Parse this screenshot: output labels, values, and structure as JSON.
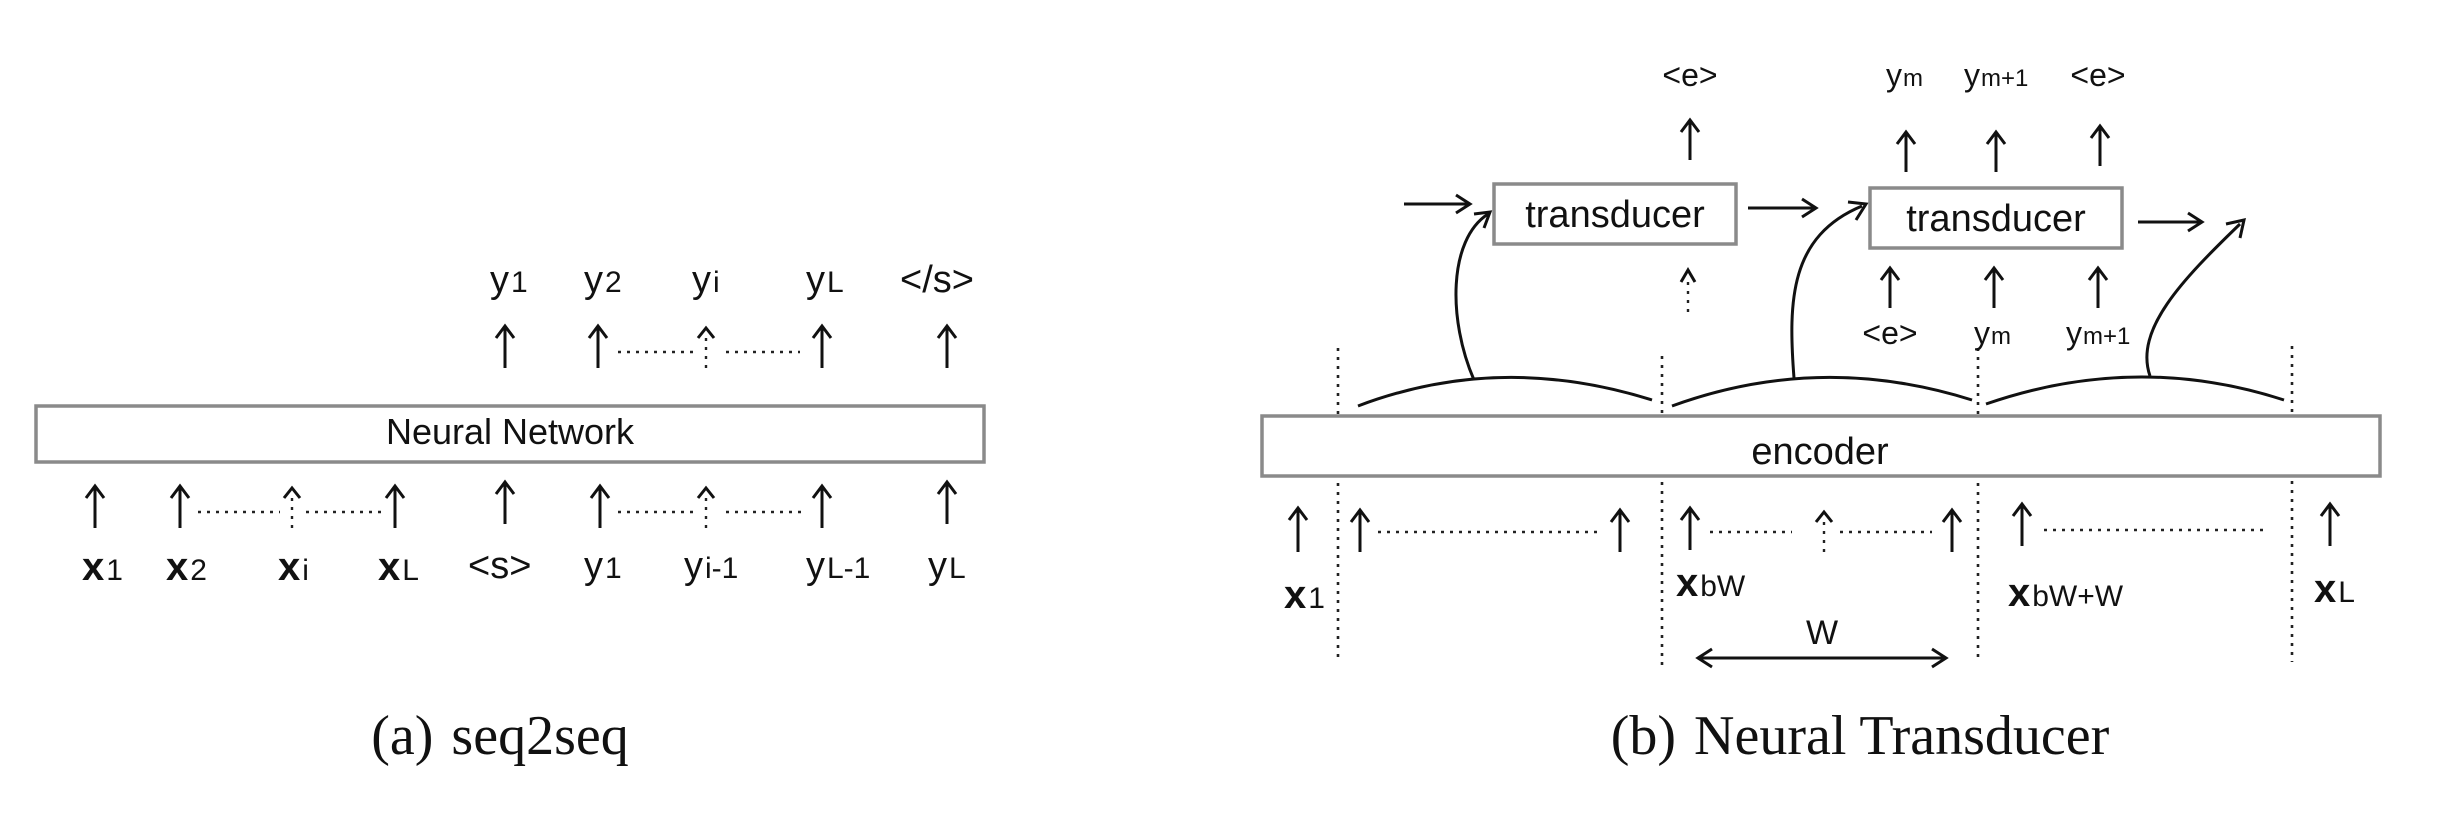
{
  "panel_a": {
    "caption_label": "(a)",
    "caption_title": "seq2seq",
    "box_label": "Neural Network",
    "input_tokens": [
      {
        "base": "x",
        "sub": "1",
        "bold": true
      },
      {
        "base": "x",
        "sub": "2",
        "bold": true
      },
      {
        "base": "x",
        "sub": "i",
        "bold": true
      },
      {
        "base": "x",
        "sub": "L",
        "bold": true
      },
      {
        "base": "<s>",
        "sub": "",
        "bold": false
      },
      {
        "base": "y",
        "sub": "1",
        "bold": false
      },
      {
        "base": "y",
        "sub": "i-1",
        "bold": false
      },
      {
        "base": "y",
        "sub": "L-1",
        "bold": false
      },
      {
        "base": "y",
        "sub": "L",
        "bold": false
      }
    ],
    "output_tokens": [
      {
        "base": "y",
        "sub": "1"
      },
      {
        "base": "y",
        "sub": "2"
      },
      {
        "base": "y",
        "sub": "i"
      },
      {
        "base": "y",
        "sub": "L"
      },
      {
        "base": "</s>",
        "sub": ""
      }
    ]
  },
  "panel_b": {
    "caption_label": "(b)",
    "caption_title": "Neural Transducer",
    "encoder_label": "encoder",
    "transducer_label": "transducer",
    "window_label": "W",
    "input_tokens": [
      {
        "base": "x",
        "sub": "1",
        "bold": true
      },
      {
        "base": "x",
        "sub": "bW",
        "bold": true
      },
      {
        "base": "x",
        "sub": "bW+W",
        "bold": true
      },
      {
        "base": "x",
        "sub": "L",
        "bold": true
      }
    ],
    "transducer1_output": [
      {
        "base": "<e>",
        "sub": ""
      }
    ],
    "transducer2_outputs": [
      {
        "base": "y",
        "sub": "m"
      },
      {
        "base": "y",
        "sub": "m+1"
      },
      {
        "base": "<e>",
        "sub": ""
      }
    ],
    "transducer2_inputs": [
      {
        "base": "<e>",
        "sub": ""
      },
      {
        "base": "y",
        "sub": "m"
      },
      {
        "base": "y",
        "sub": "m+1"
      }
    ]
  }
}
